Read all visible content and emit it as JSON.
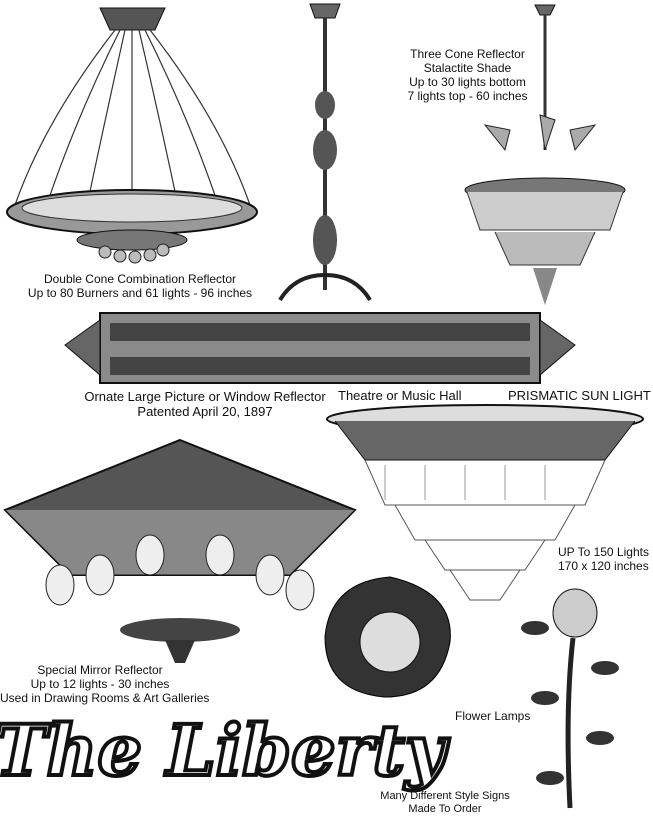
{
  "captions": {
    "double_cone": [
      "Double Cone Combination Reflector",
      "Up to 80 Burners and 61 lights - 96 inches"
    ],
    "three_cone": [
      "Three Cone Reflector",
      "Stalactite Shade",
      "Up to 30 lights bottom",
      "7 lights top - 60 inches"
    ],
    "window_reflector": [
      "Ornate Large Picture or Window Reflector",
      "Patented April 20, 1897"
    ],
    "theatre": "Theatre or Music Hall",
    "prismatic": "PRISMATIC SUN LIGHT",
    "prismatic_specs": [
      "UP To 150 Lights",
      "170 x 120 inches"
    ],
    "mirror": [
      "Special Mirror Reflector",
      "Up to 12 lights - 30 inches",
      "Used in Drawing Rooms & Art Galleries"
    ],
    "flower": "Flower Lamps",
    "signs": [
      "Many Different Style Signs",
      "Made To Order"
    ]
  },
  "sign_text": "The Liberty"
}
